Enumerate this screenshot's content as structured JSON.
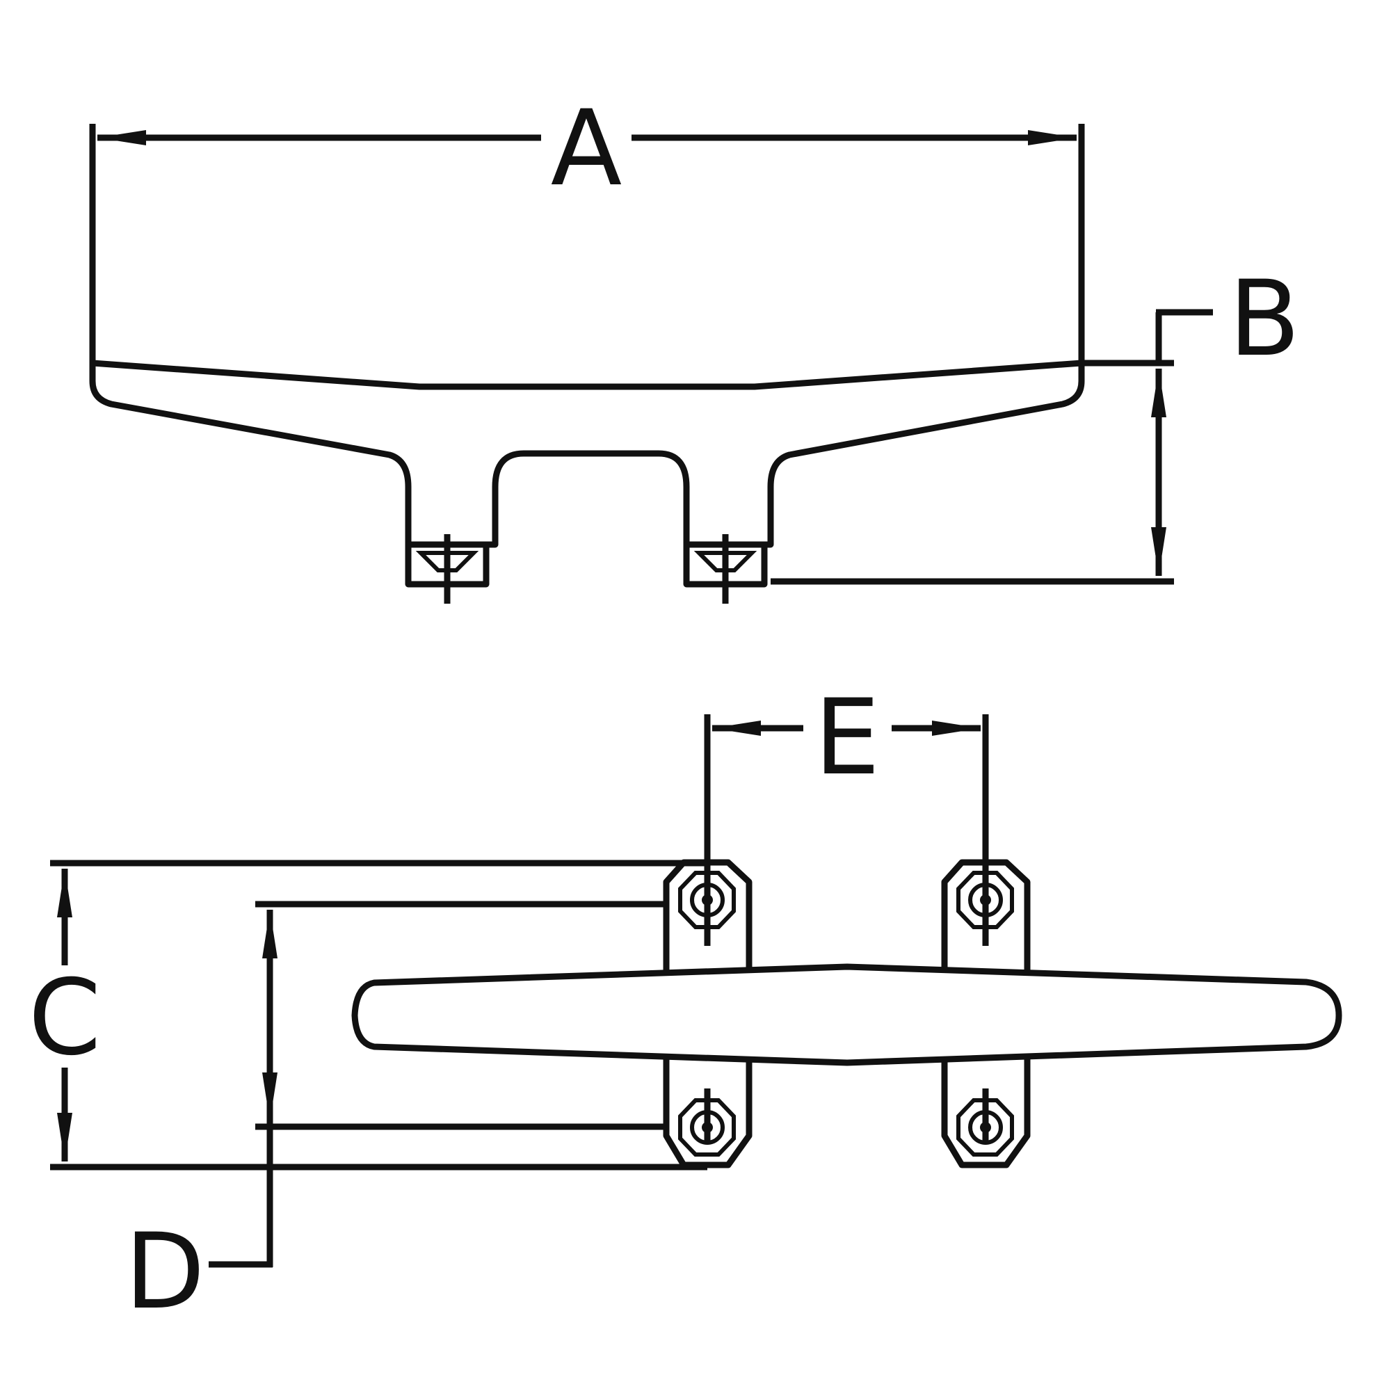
{
  "labels": {
    "A": "A",
    "B": "B",
    "C": "C",
    "D": "D",
    "E": "E"
  },
  "colors": {
    "line": "#111111",
    "background": "#ffffff"
  }
}
